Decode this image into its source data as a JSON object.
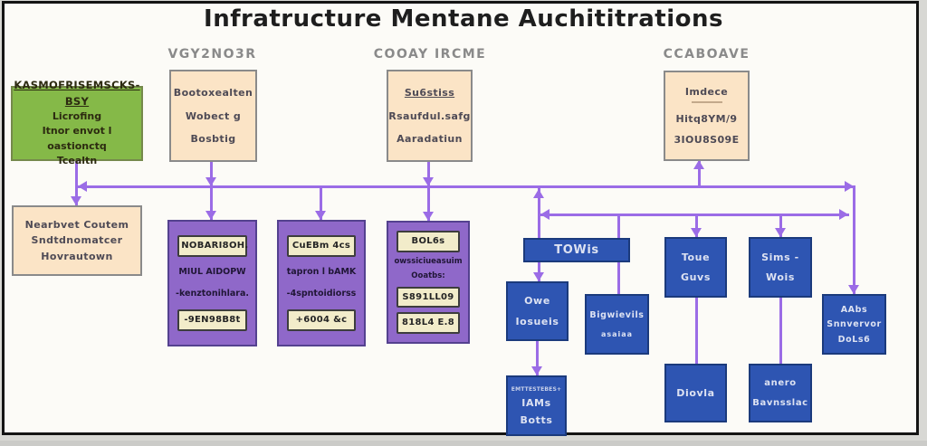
{
  "title": "Infratructure Mentane Auchititrations",
  "column_headers": {
    "left": "VGY2NO3R",
    "middle": "COOAY IRCME",
    "right": "CCABOAVE"
  },
  "boxes": {
    "green": {
      "lines": [
        "KASMOFRISEMSCKS-BSY",
        "Licrofing",
        "Itnor envot l oastionctq",
        "Tcealtn"
      ]
    },
    "vendor_peach": {
      "lines": [
        "Bootoxealten",
        "Wobect g",
        "Bosbtig"
      ]
    },
    "control_peach": {
      "lines": [
        "Su6stiss",
        "Rsaufdul.safg",
        "Aaradatiun"
      ]
    },
    "right_peach": {
      "lines": [
        "Imdece",
        "Hitq8YM/9",
        "3IOU8S09E"
      ]
    },
    "left_peach_row2": {
      "lines": [
        "Nearbvet Coutem",
        "Sndtdnomatcer",
        "Hovrautown"
      ]
    },
    "purple_a": {
      "chip_top": "NOBARI8OH.",
      "lines": [
        "MIUL AIDOPW",
        "-kenztonihlara."
      ],
      "chip_bottom": "-9EN98B8t"
    },
    "purple_b": {
      "chip_top": "CuEBm 4cs",
      "lines": [
        "tapron l bAMK",
        "-4spntoidiorss"
      ],
      "chip_bottom": "+6004 &c"
    },
    "purple_c": {
      "chip_top": "BOL6s",
      "lines": [
        "owssiciueasuim",
        "Ooatbs:"
      ],
      "chip_mid": "S891LL09",
      "chip_bottom": "818L4 E.8"
    },
    "towis": {
      "lines": [
        "TOWis"
      ]
    },
    "owe": {
      "lines": [
        "Owe",
        "Iosueis"
      ]
    },
    "bigwevils": {
      "lines": [
        "Bigwievils",
        "asaiaa"
      ]
    },
    "toue": {
      "lines": [
        "Toue",
        "Guvs"
      ]
    },
    "sims": {
      "lines": [
        "Sims -",
        "Wois"
      ]
    },
    "aabs": {
      "lines": [
        "AAbs",
        "Snnvervor",
        "DoLs6"
      ]
    },
    "iams": {
      "caption": "EMTTESTEBES+",
      "lines": [
        "IAMs",
        "Botts"
      ]
    },
    "diovla": {
      "lines": [
        "Diovla"
      ]
    },
    "anero": {
      "lines": [
        "anero",
        "Bavnsslac"
      ]
    }
  },
  "palette": {
    "green_fill": "#85b948",
    "peach_fill": "#fbe4c6",
    "purple_fill": "#8f68c9",
    "cream_chip_fill": "#f2ecca",
    "blue_fill": "#2e55b2",
    "arrow": "#9b6ce6",
    "header_gray": "#8a8a8a"
  }
}
